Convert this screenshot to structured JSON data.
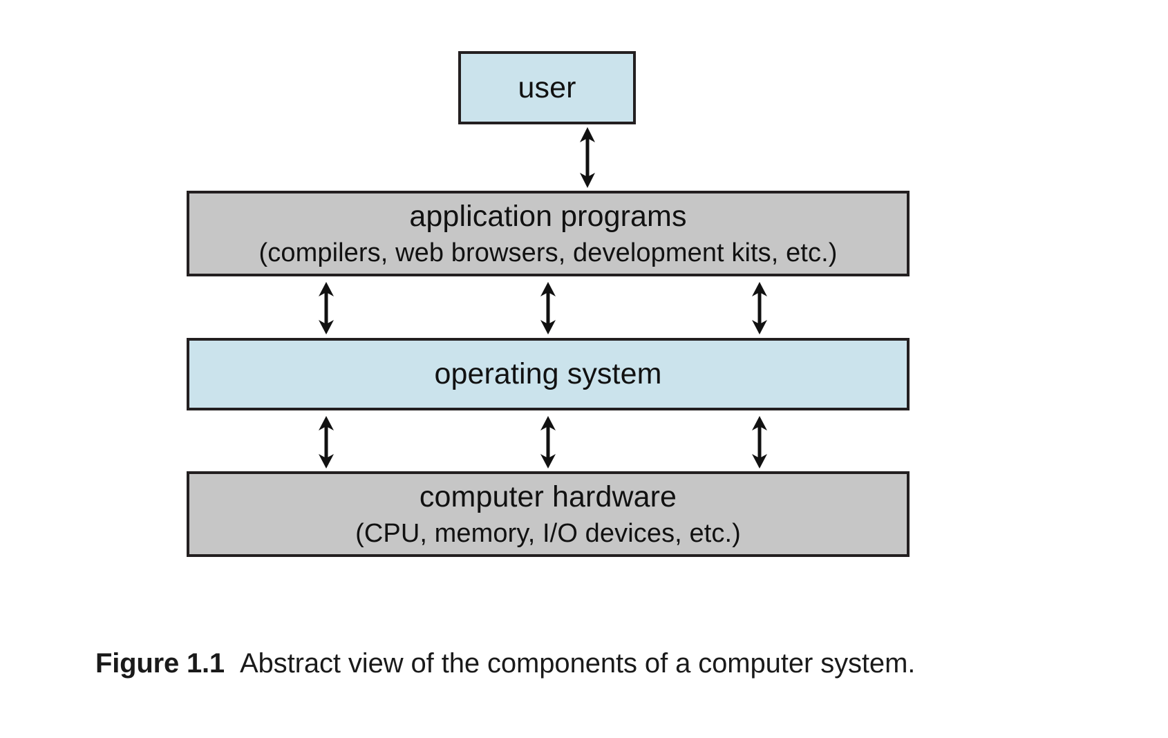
{
  "figure": {
    "caption_label": "Figure 1.1",
    "caption_text": "Abstract view of the components of a computer system.",
    "background_color": "#ffffff",
    "stroke_color": "#231f20"
  },
  "colors": {
    "blue_fill": "#cbe3ec",
    "gray_fill": "#c6c6c6",
    "outline": "#231f20",
    "text": "#111111"
  },
  "diagram": {
    "type": "layered-block-diagram",
    "layers": [
      {
        "id": "user",
        "title": "user",
        "subtitle": "",
        "fill": "#cbe3ec",
        "fill_name": "light-blue"
      },
      {
        "id": "application-programs",
        "title": "application programs",
        "subtitle": "(compilers, web browsers, development kits, etc.)",
        "fill": "#c6c6c6",
        "fill_name": "gray"
      },
      {
        "id": "operating-system",
        "title": "operating system",
        "subtitle": "",
        "fill": "#cbe3ec",
        "fill_name": "light-blue"
      },
      {
        "id": "computer-hardware",
        "title": "computer hardware",
        "subtitle": "(CPU, memory, I/O devices, etc.)",
        "fill": "#c6c6c6",
        "fill_name": "gray"
      }
    ],
    "connectors": [
      {
        "id": "user-to-application",
        "from": "user",
        "to": "application-programs",
        "style": "double-headed-vertical-arrow",
        "count": 1
      },
      {
        "id": "application-to-os",
        "from": "application-programs",
        "to": "operating-system",
        "style": "double-headed-vertical-arrow",
        "count": 3
      },
      {
        "id": "os-to-hardware",
        "from": "operating-system",
        "to": "computer-hardware",
        "style": "double-headed-vertical-arrow",
        "count": 3
      }
    ]
  }
}
